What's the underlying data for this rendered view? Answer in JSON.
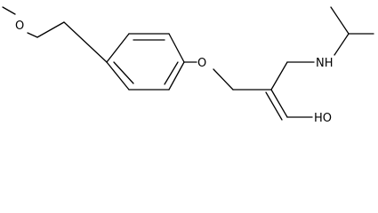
{
  "molecule": {
    "atoms": {
      "methoxy_o": "O",
      "ether_o": "O",
      "amine": "NH",
      "oxime": "HO"
    },
    "bond_color": "#000000",
    "background": "#ffffff"
  }
}
